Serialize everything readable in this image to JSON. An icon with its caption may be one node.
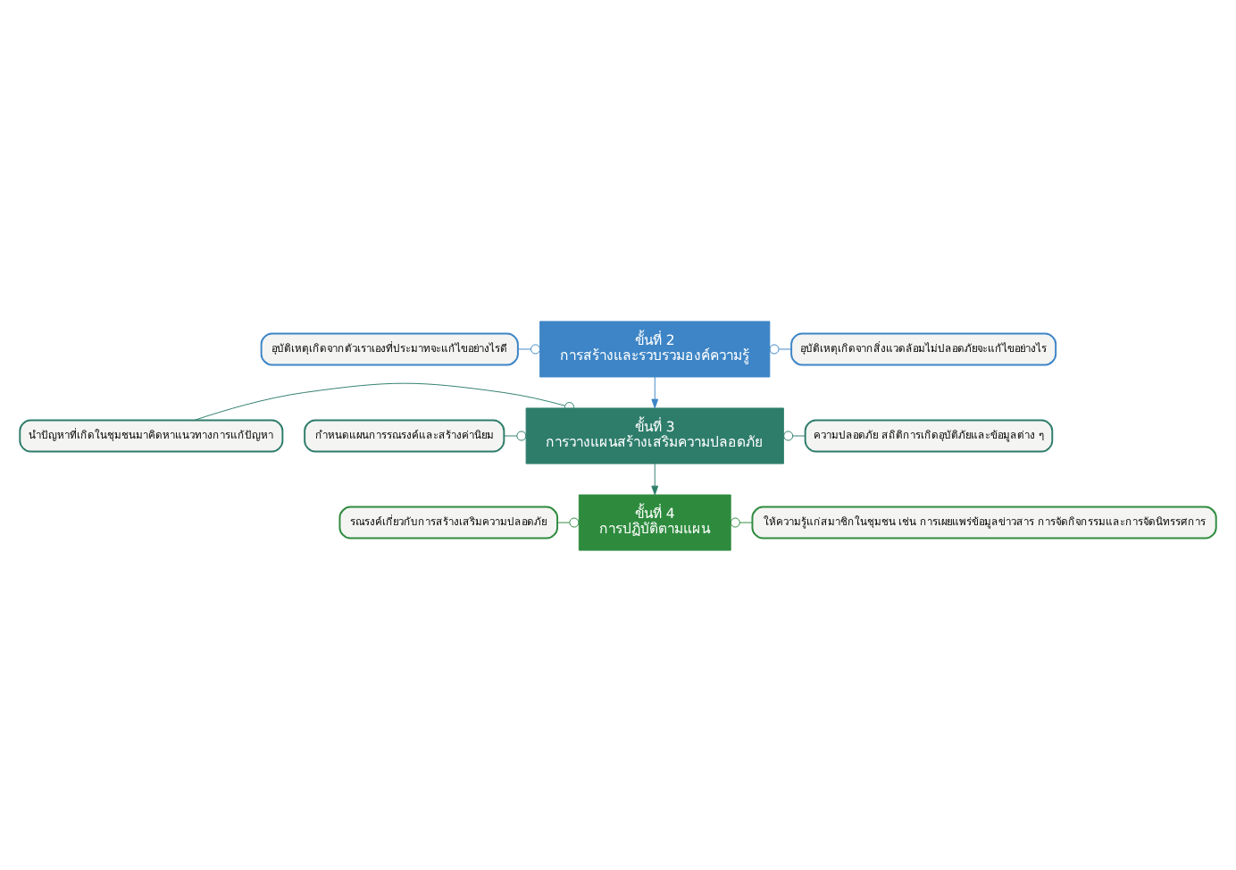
{
  "diagram": {
    "nodes": [
      {
        "text": [
          "อุบัติเหตุเกิดจากตัวเราเองที่ประมาทจะแก้ไขอย่างไรดี"
        ]
      },
      {
        "text": [
          "ขั้นที่ 2",
          "การสร้างและรวบรวมองค์ความรู้"
        ]
      },
      {
        "text": [
          "อุบัติเหตุเกิดจากสิ่งแวดล้อมไม่ปลอดภัยจะแก้ไขอย่างไร"
        ]
      },
      {
        "text": [
          "นำปัญหาที่เกิดในชุมชนมาคิดหาแนวทางการแก้ปัญหา"
        ]
      },
      {
        "text": [
          "ขั้นที่ 3",
          "การวางแผนสร้างเสริมความปลอดภัย"
        ]
      },
      {
        "text": [
          "ความปลอดภัย สถิติการเกิดอุบัติภัยและข้อมูลต่าง ๆ"
        ]
      },
      {
        "text": [
          "กำหนดแผนการรณรงค์และสร้างค่านิยม"
        ]
      },
      {
        "text": [
          "รณรงค์เกี่ยวกับการสร้างเสริมความปลอดภัย"
        ]
      },
      {
        "text": [
          "ขั้นที่ 4",
          "การปฏิบัติตามแผน"
        ]
      },
      {
        "text": [
          "ให้ความรู้แก่สมาชิกในชุมชน เช่น การเผยแพร่ข้อมูลข่าวสาร การจัดกิจกรรมและการจัดนิทรรศการ"
        ]
      }
    ],
    "edges": [
      {
        "from": 1,
        "to": 0,
        "arrow": "other",
        "color": "#3d85c6"
      },
      {
        "from": 1,
        "to": 2,
        "arrow": "other",
        "color": "#3d85c6"
      },
      {
        "from": 1,
        "to": 4,
        "arrow": "to",
        "color": "#3d85c6"
      },
      {
        "from": 4,
        "to": 3,
        "arrow": "other",
        "color": "#2e7d6b"
      },
      {
        "from": 4,
        "to": 6,
        "arrow": "other",
        "color": "#2e7d6b"
      },
      {
        "from": 4,
        "to": 5,
        "arrow": "other",
        "color": "#2e7d6b"
      },
      {
        "from": 4,
        "to": 8,
        "arrow": "to",
        "color": "#2e7d6b"
      },
      {
        "from": 8,
        "to": 7,
        "arrow": "other",
        "color": "#2e8b3e"
      },
      {
        "from": 8,
        "to": 9,
        "arrow": "other",
        "color": "#2e8b3e"
      }
    ]
  }
}
